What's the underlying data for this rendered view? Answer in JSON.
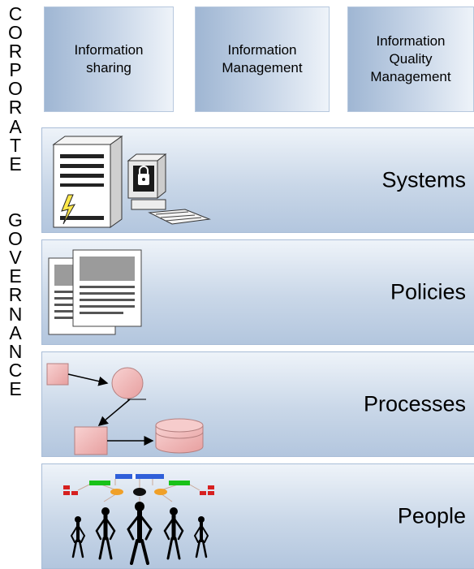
{
  "vertical_text": [
    "C",
    "O",
    "R",
    "P",
    "O",
    "R",
    "A",
    "T",
    "E",
    " ",
    " ",
    "G",
    "O",
    "V",
    "E",
    "R",
    "N",
    "A",
    "N",
    "C",
    "E"
  ],
  "top_boxes": [
    {
      "label": "Information\nsharing"
    },
    {
      "label": "Information\nManagement"
    },
    {
      "label": "Information\nQuality\nManagement"
    }
  ],
  "bands": [
    {
      "label": "Systems",
      "icon": "computer-icon"
    },
    {
      "label": "Policies",
      "icon": "document-icon"
    },
    {
      "label": "Processes",
      "icon": "flowchart-icon"
    },
    {
      "label": "People",
      "icon": "org-chart-people-icon"
    }
  ]
}
